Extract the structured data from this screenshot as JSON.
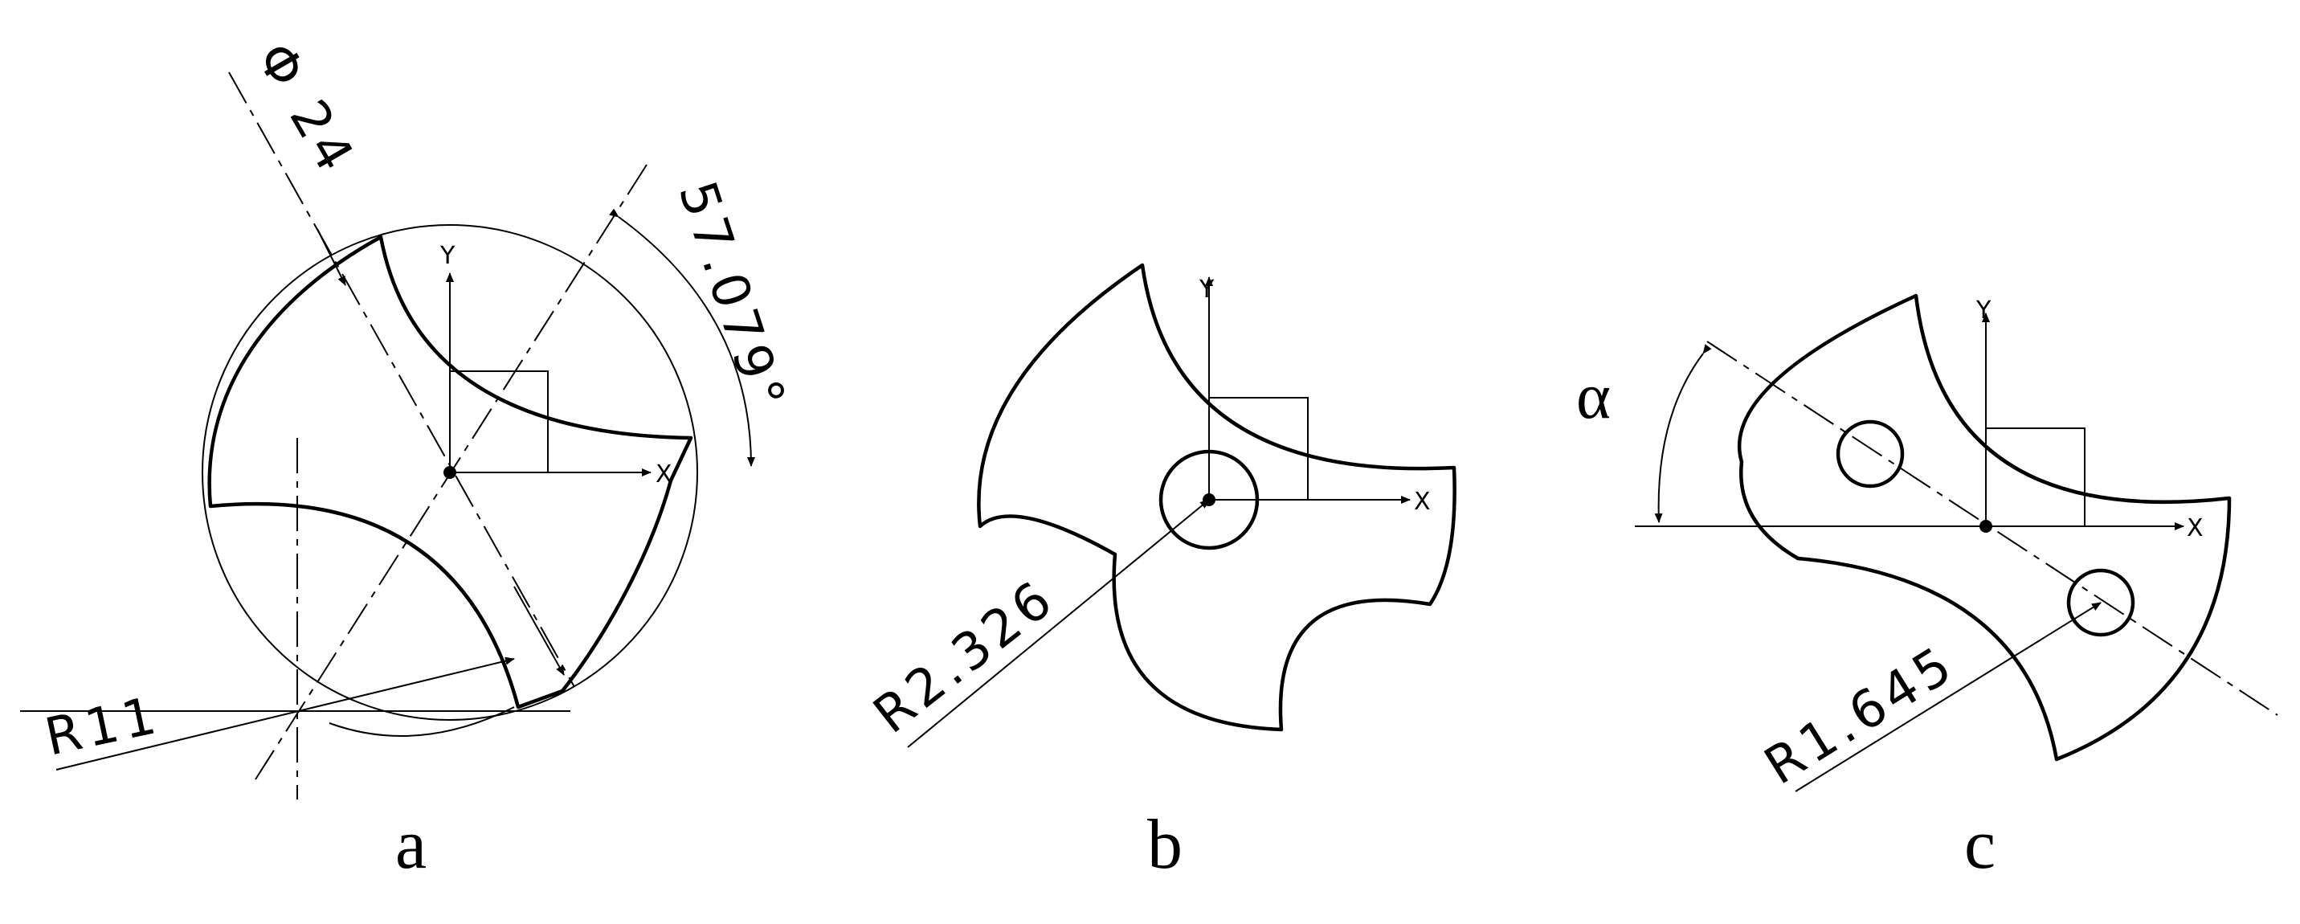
{
  "panels": [
    {
      "label": "a",
      "axes": {
        "y": "Y",
        "x": "X"
      },
      "dimensions": {
        "diameter": "Φ 24",
        "angle": "57.079°",
        "radius": "R11"
      }
    },
    {
      "label": "b",
      "axes": {
        "y": "Y",
        "x": "X"
      },
      "dimensions": {
        "radius": "R2.326"
      }
    },
    {
      "label": "c",
      "axes": {
        "y": "Y",
        "x": "X"
      },
      "dimensions": {
        "angle": "α",
        "radius": "R1.645"
      }
    }
  ]
}
